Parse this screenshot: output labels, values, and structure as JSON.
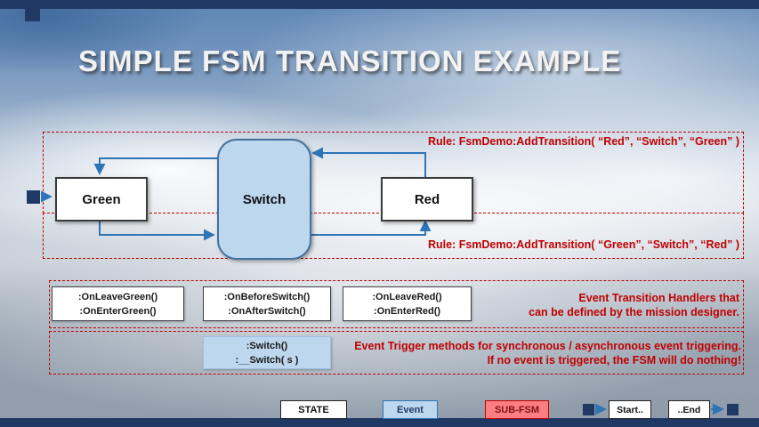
{
  "title": "SIMPLE FSM TRANSITION EXAMPLE",
  "rules": {
    "rule1": "Rule: FsmDemo:AddTransition( “Red”, “Switch”, “Green” )",
    "rule2": "Rule: FsmDemo:AddTransition( “Green”, “Switch”, “Red” )"
  },
  "nodes": {
    "green": "Green",
    "switch": "Switch",
    "red": "Red"
  },
  "handlers": {
    "green": [
      ":OnLeaveGreen()",
      ":OnEnterGreen()"
    ],
    "switch": [
      ":OnBeforeSwitch()",
      ":OnAfterSwitch()"
    ],
    "red": [
      ":OnLeaveRed()",
      ":OnEnterRed()"
    ],
    "caption_line1": "Event Transition Handlers that",
    "caption_line2": "can be defined by the mission designer."
  },
  "triggers": {
    "lines": [
      ":Switch()",
      ":__Switch( s )"
    ],
    "caption_line1": "Event Trigger methods for synchronous / asynchronous event triggering.",
    "caption_line2": "If no event is triggered, the FSM will do nothing!"
  },
  "legend": {
    "state": "STATE",
    "event": "Event",
    "subfsm": "SUB-FSM",
    "start": "Start..",
    "end": "..End"
  },
  "colors": {
    "navy": "#1F3864",
    "arrow_blue": "#2E75B6",
    "event_fill": "#BDD7EE",
    "rule_red": "#C00000",
    "subfsm_fill": "#FC7E82"
  }
}
